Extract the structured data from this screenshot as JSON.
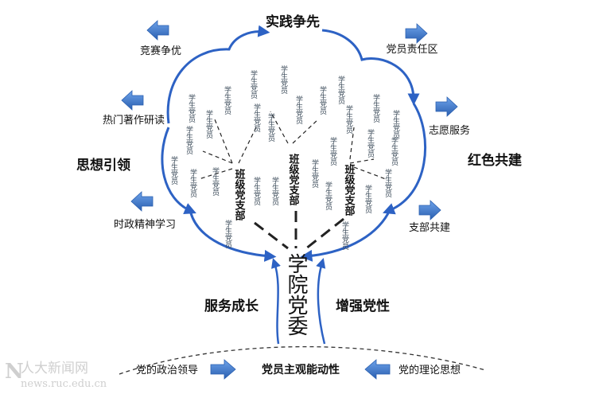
{
  "diagram": {
    "top": "实践争先",
    "left": "思想引领",
    "right": "红色共建",
    "service": "服务成长",
    "strengthen": "增强党性",
    "trunk": "学院党委",
    "items": {
      "competition": "竞赛争优",
      "research": "热门著作研读",
      "policy": "时政精神学习",
      "zone": "党员责任区",
      "volunteer": "志愿服务",
      "branch_build": "支部共建",
      "left_bottom": "党的政治领导",
      "center_bottom": "党员主观能动性",
      "right_bottom": "党的理论思想"
    },
    "branch_label": "班级党支部",
    "member_label": "学生党员"
  },
  "watermark": {
    "logo": "人大新闻网",
    "url": "news.ruc.edu.cn"
  },
  "colors": {
    "arrow": "#3f7fd6",
    "arrow_dark": "#2a5fb0",
    "outline": "#2d62c4",
    "dash": "#222222"
  }
}
